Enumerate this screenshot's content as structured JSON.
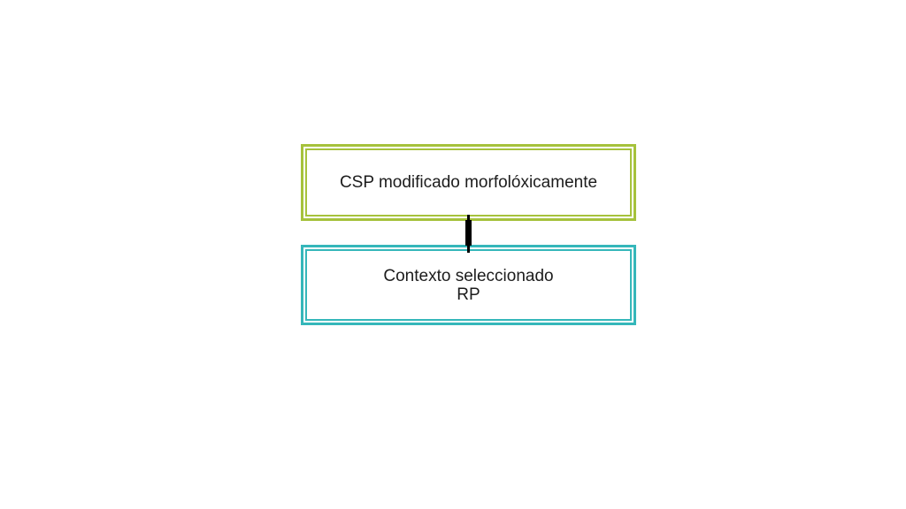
{
  "slide": {
    "background_color": "#ffffff"
  },
  "diagram": {
    "nodes": [
      {
        "id": "csp-modified",
        "label": "CSP modificado morfolóxicamente",
        "border_style": "double",
        "border_color": "#a6c23c",
        "fill_color": "#ffffff",
        "text_color": "#1c1c1c"
      },
      {
        "id": "selected-context",
        "label_lines": [
          "Contexto seleccionado",
          "RP"
        ],
        "border_style": "double",
        "border_color": "#35b7ba",
        "fill_color": "#ffffff",
        "text_color": "#1c1c1c"
      }
    ],
    "connector": {
      "from": "csp-modified",
      "to": "selected-context",
      "orientation": "vertical",
      "color": "#000000"
    }
  }
}
